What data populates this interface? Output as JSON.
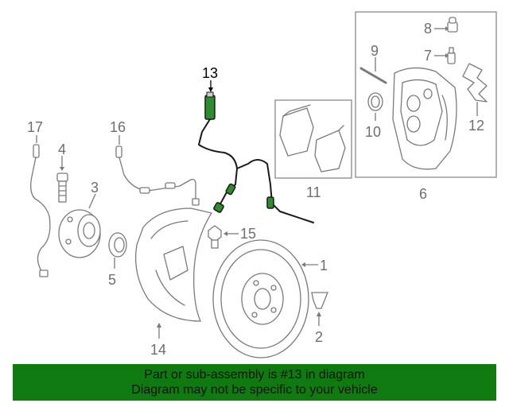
{
  "callouts": {
    "c1": "1",
    "c2": "2",
    "c3": "3",
    "c4": "4",
    "c5": "5",
    "c6": "6",
    "c7": "7",
    "c8": "8",
    "c9": "9",
    "c10": "10",
    "c11": "11",
    "c12": "12",
    "c13": "13",
    "c14": "14",
    "c15": "15",
    "c16": "16",
    "c17": "17"
  },
  "highlighted_part": "13",
  "colors": {
    "banner": "#0f7a0f",
    "highlight": "#2e8b2e",
    "line": "#7a7a7a"
  },
  "banner": {
    "line1": "Part or sub-assembly is #13 in diagram",
    "line2": "Diagram may not be specific to your vehicle"
  }
}
